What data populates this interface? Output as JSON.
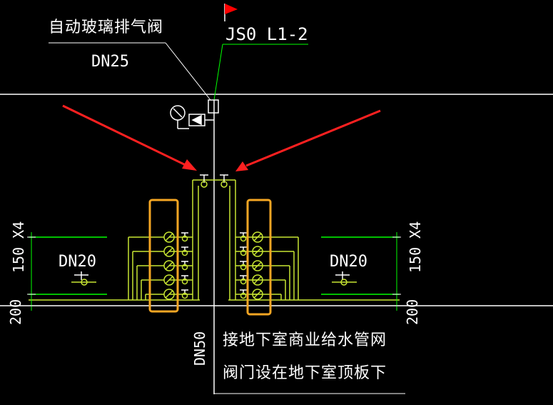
{
  "labels": {
    "air_valve": "自动玻璃排气阀",
    "air_valve_size": "DN25",
    "pipe_id": "JS0 L1-2",
    "left_meter_size": "DN20",
    "right_meter_size": "DN20",
    "riser_size": "DN50",
    "note_line1": "接地下室商业给水管网",
    "note_line2": "阀门设在地下室顶板下",
    "left_height_upper": "150 X4",
    "left_height_lower": "200",
    "right_height_upper": "150 X4",
    "right_height_lower": "200"
  },
  "colors": {
    "background": "#000000",
    "white_lines": "#ffffff",
    "pipe_green": "#00ff00",
    "pipe_yellow_green": "#c8e632",
    "highlight_box": "#f5a623",
    "arrow_red": "#ff2020",
    "flag_red": "#ff0000"
  },
  "icons": [
    "flag-icon",
    "pressure-gauge-icon",
    "air-valve-icon",
    "water-meter-icon",
    "gate-valve-icon",
    "red-arrow-icon"
  ]
}
